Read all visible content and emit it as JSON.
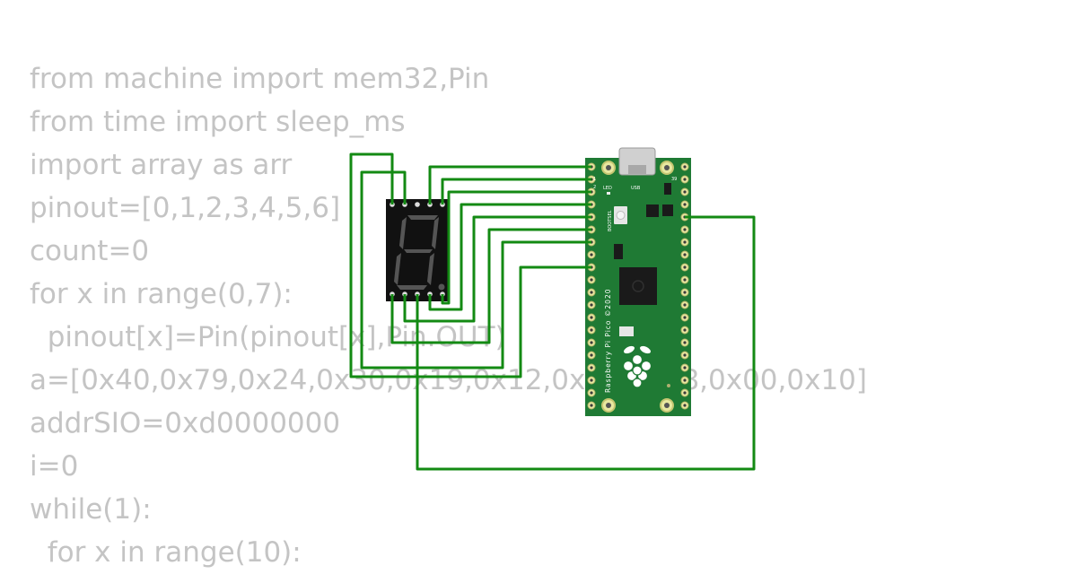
{
  "code_lines": [
    "from machine import mem32,Pin",
    "from time import sleep_ms",
    "import array as arr",
    "pinout=[0,1,2,3,4,5,6]",
    "count=0",
    "for x in range(0,7):",
    "  pinout[x]=Pin(pinout[x],Pin.OUT)",
    "a=[0x40,0x79,0x24,0x30,0x19,0x12,0x02,0x78,0x00,0x10]",
    "addrSIO=0xd0000000",
    "i=0",
    "while(1):",
    "  for x in range(10):"
  ],
  "board": {
    "name_label": "Raspberry Pi Pico ©2020",
    "usb_label": "USB",
    "led_label": "LED",
    "bootsel_label": "BOOTSEL",
    "pin1_label": "1",
    "pin2_label": "2",
    "pin39_label": "39",
    "color_pcb": "#1f7a34",
    "color_pad": "#e8e8a0"
  },
  "colors": {
    "wire": "#138a13",
    "code_text": "#c4c4c4",
    "display_body": "#111111",
    "segment_off": "#555555"
  }
}
